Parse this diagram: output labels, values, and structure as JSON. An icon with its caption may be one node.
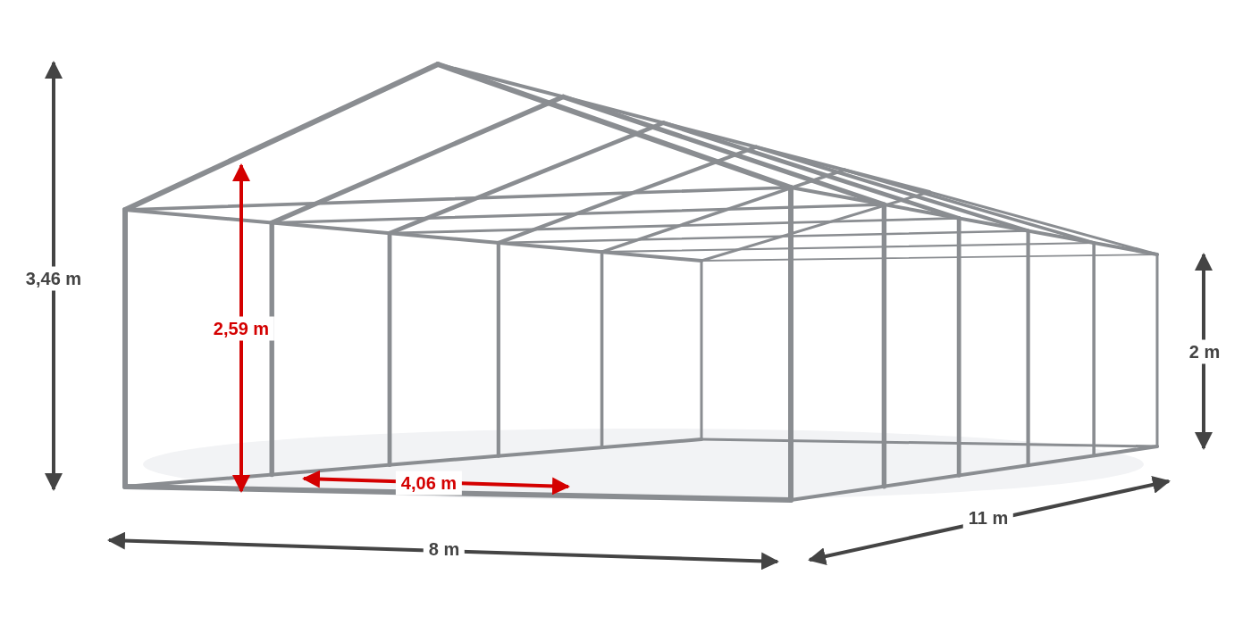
{
  "diagram": {
    "labels": [
      "3,46 m",
      "2,59 m",
      "4,06 m",
      "2 m",
      "8 m",
      "11 m"
    ]
  }
}
